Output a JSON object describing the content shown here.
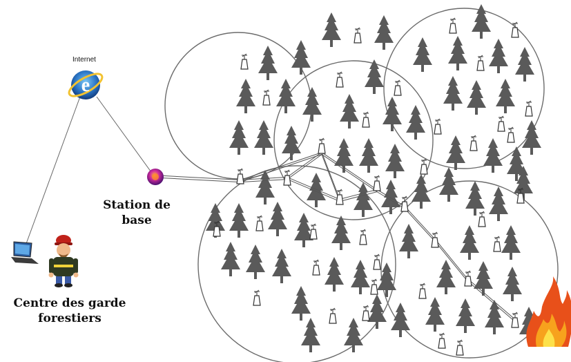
{
  "labels": {
    "internet": "Internet",
    "station_line1": "Station de",
    "station_line2": "base",
    "centre_line1": "Centre des garde",
    "centre_line2": "forestiers"
  },
  "colors": {
    "tree": "#5a5a5a",
    "circle": "#6b6b6b",
    "link": "#555555",
    "fire_outer": "#e8501a",
    "fire_inner": "#f7c21d",
    "base_station": "#a0219a"
  },
  "icons": {
    "internet": "internet-explorer-icon",
    "station": "base-station-icon",
    "laptop": "laptop-icon",
    "ranger": "forest-ranger-icon",
    "fire": "fire-icon",
    "sensor": "sensor-node-icon",
    "tree": "pine-tree-icon"
  }
}
